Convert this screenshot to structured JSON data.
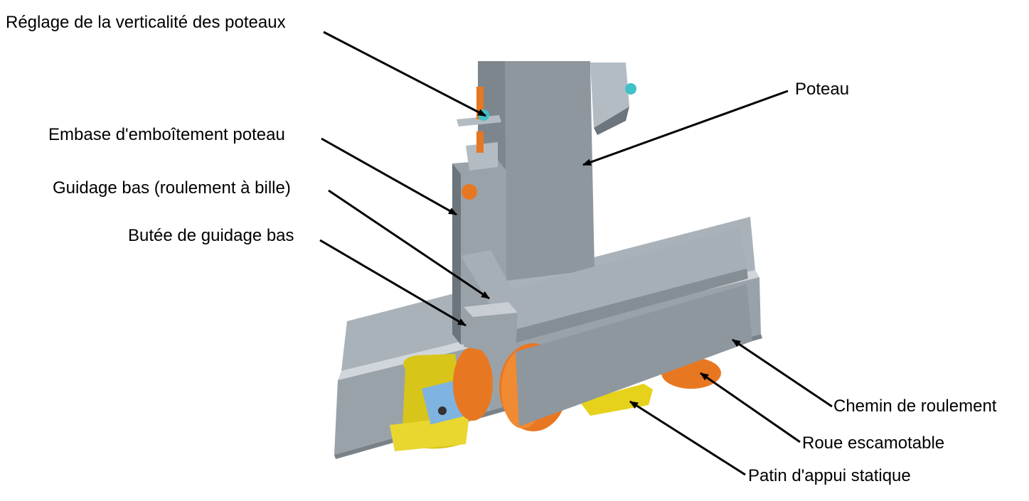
{
  "labels": {
    "reglage": "Réglage de la verticalité des poteaux",
    "embase": "Embase d'emboîtement poteau",
    "guidage": "Guidage bas (roulement à bille)",
    "butee": "Butée de guidage bas",
    "poteau": "Poteau",
    "chemin": "Chemin de roulement",
    "roue": "Roue escamotable",
    "patin": "Patin d'appui statique"
  },
  "colors": {
    "steel": "#8e979e",
    "steel_light": "#b4bcc3",
    "steel_dark": "#6d757c",
    "orange": "#e87722",
    "yellow": "#e6d21a",
    "blue": "#7fb3e0",
    "cyan": "#40c0c8"
  }
}
